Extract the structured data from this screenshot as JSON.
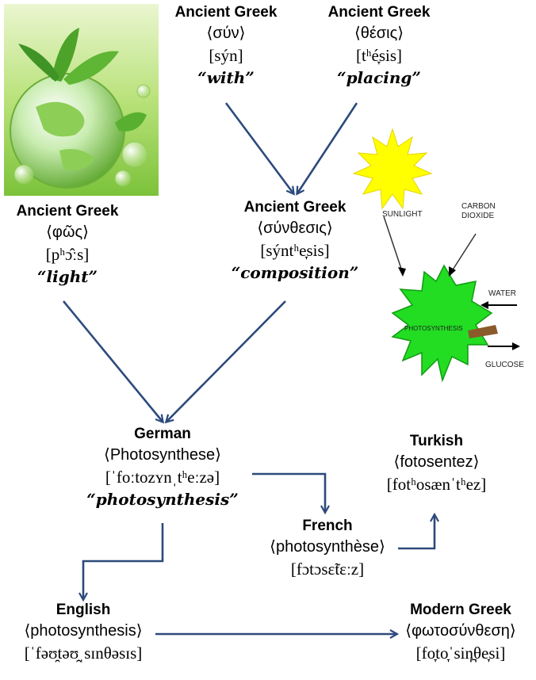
{
  "nodes": {
    "syn": {
      "lang": "Ancient Greek",
      "word": "⟨σύν⟩",
      "ipa": "[sýn]",
      "gloss": "“with”"
    },
    "thesis": {
      "lang": "Ancient Greek",
      "word": "⟨θέσις⟩",
      "ipa": "[tʰé̞sis]",
      "gloss": "“placing”"
    },
    "phos": {
      "lang": "Ancient Greek",
      "word": "⟨φῶς⟩",
      "ipa": "[pʰɔ̂ːs]",
      "gloss": "“light”"
    },
    "synthesis": {
      "lang": "Ancient Greek",
      "word": "⟨σύνθεσις⟩",
      "ipa": "[sýntʰe̞sis]",
      "gloss": "“composition”"
    },
    "german": {
      "lang": "German",
      "word": "⟨Photosynthese⟩",
      "ipa": "[ˈfoːtozʏnˌtʰeːzə]",
      "gloss": "“photosynthesis”"
    },
    "french": {
      "lang": "French",
      "word": "⟨photosynthèse⟩",
      "ipa": "[fɔtɔsɛ̃tɛːz]"
    },
    "turkish": {
      "lang": "Turkish",
      "word": "⟨fotosentez⟩",
      "ipa": "[fotʰosænˈtʰez]"
    },
    "english": {
      "lang": "English",
      "word": "⟨photosynthesis⟩",
      "ipa": "[ˈfəʊ̯təʊ̯ˌsɪnθəsɪs]"
    },
    "modern_greek": {
      "lang": "Modern Greek",
      "word": "⟨φωτοσύνθεση⟩",
      "ipa": "[fo̞to̞ˈsin̪θe̞si]"
    }
  },
  "illustration": {
    "labels": {
      "sunlight": "SUNLIGHT",
      "carbon": "CARBON",
      "dioxide": "DIOXIDE",
      "water": "WATER",
      "glucose": "GLUCOSE",
      "leaf": "PHOTOSYNTHESIS"
    }
  },
  "colors": {
    "arrow": "#2c4a7c",
    "sun": "#ffff00",
    "leaf": "#22dd22"
  }
}
